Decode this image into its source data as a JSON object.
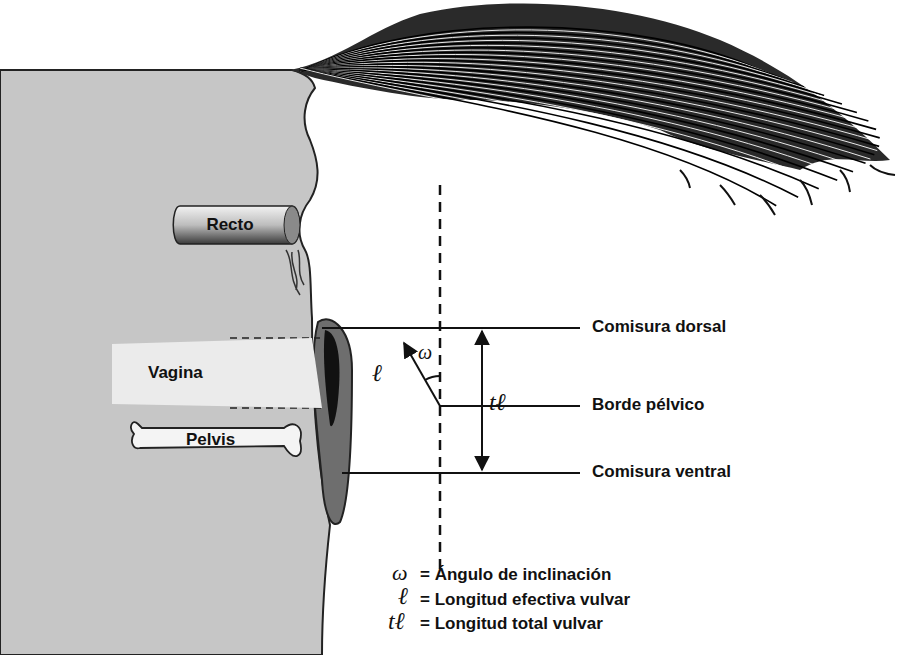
{
  "diagram": {
    "nodes": [
      {
        "text": [
          "Recto"
        ]
      },
      {
        "text": [
          "Vagina"
        ]
      },
      {
        "text": [
          "Pelvis"
        ]
      }
    ],
    "labels": [
      "Comisura dorsal",
      "Borde pélvico",
      "Comisura ventral",
      "ω",
      "ℓ",
      "tℓ",
      "ω",
      "= Ángulo de inclinación",
      "ℓ",
      "= Longitud efectiva vulvar",
      "tℓ",
      "= Longitud total vulvar"
    ]
  }
}
